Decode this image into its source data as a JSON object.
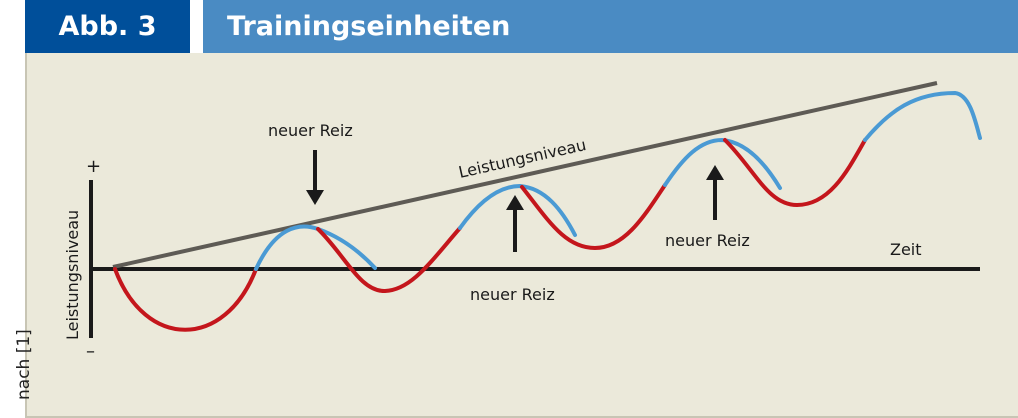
{
  "header": {
    "figure_label": "Abb. 3",
    "title": "Trainingseinheiten"
  },
  "diagram": {
    "y_axis_label": "Leistungsniveau",
    "y_plus": "+",
    "y_minus": "–",
    "x_axis_label": "Zeit",
    "trend_label": "Leistungsniveau",
    "stimulus_labels": [
      "neuer Reiz",
      "neuer Reiz",
      "neuer Reiz"
    ],
    "colors": {
      "recovery": "#c4161c",
      "supercompensation": "#4a9ad4",
      "trend": "#5e5b55",
      "axis": "#1a1a1a"
    }
  },
  "source": "nach [1]"
}
